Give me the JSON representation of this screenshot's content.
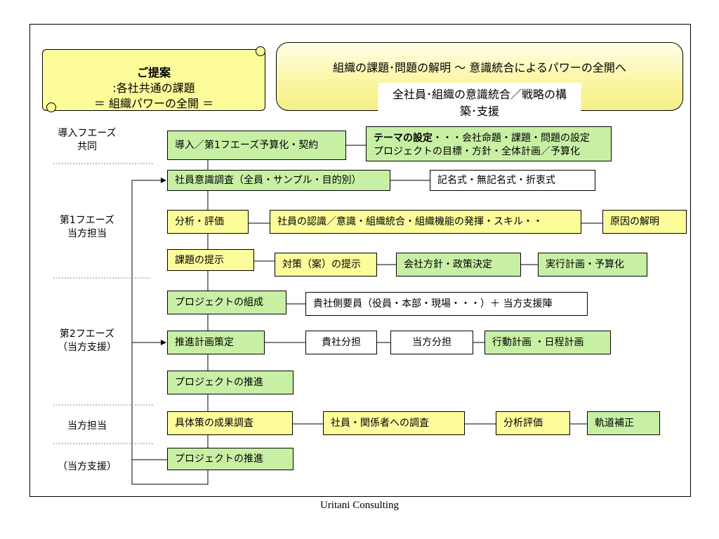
{
  "proposal": {
    "line1_bold": "ご提案",
    "line1_rest": ":各社共通の課題",
    "line2": "＝ 組織パワーの全開 ＝"
  },
  "headline": {
    "line1": "組織の課題･問題の解明 ～ 意識統合によるパワーの全開へ",
    "line2": "全社員･組織の意識統合／戦略の構築･支援"
  },
  "phases": [
    {
      "line1": "導入フエーズ",
      "line2": "共同"
    },
    {
      "line1": "第1フエーズ",
      "line2": "当方担当"
    },
    {
      "line1": "第2フエーズ",
      "line2": "（当方支援）"
    },
    {
      "line1": "当方担当",
      "line2": ""
    },
    {
      "line1": "（当方支援）",
      "line2": ""
    }
  ],
  "boxes": {
    "intro": "導入／第1フエーズ予算化・契約",
    "theme_bold": "テーマの設定",
    "theme_rest": "・・・会社命題・課題・問題の設定",
    "theme_line2": "プロジェクトの目標・方針・全体計画／予算化",
    "survey": "社員意識調査（全員・サンプル・目的別）",
    "survey_method": "記名式・無記名式・折衷式",
    "analysis": "分析・評価",
    "awareness": "社員の認識／意識・組織統合・組織機能の発揮・スキル・・",
    "cause": "原因の解明",
    "issues": "課題の提示",
    "measures": "対策（案）の提示",
    "policy": "会社方針・政策決定",
    "plan_budget": "実行計画・予算化",
    "project_form": "プロジェクトの組成",
    "members": "貴社側要員（役員・本部・現場・・・）＋ 当方支援陣",
    "promo_plan": "推進計画策定",
    "client_share": "貴社分担",
    "our_share": "当方分担",
    "action_plan": "行動計画 ・日程計画",
    "project_promo1": "プロジェクトの推進",
    "result_survey": "具体策の成果調査",
    "stakeholder_survey": "社員・関係者への調査",
    "analysis_eval": "分析評価",
    "correction": "軌道補正",
    "project_promo2": "プロジェクトの推進"
  },
  "footer": "Uritani Consulting"
}
